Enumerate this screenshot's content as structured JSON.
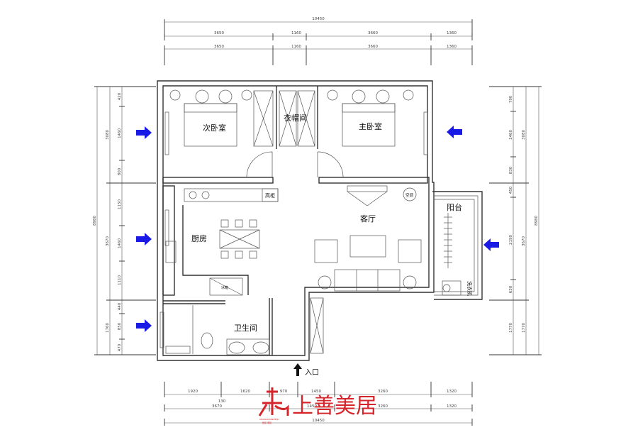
{
  "rooms": {
    "second_bedroom": "次卧室",
    "wardrobe": "衣帽间",
    "master_bedroom": "主卧室",
    "shoe_cabinet": "高柜",
    "kitchen": "厨房",
    "living_room": "客厅",
    "balcony": "阳台",
    "air_conditioner": "空调",
    "washing_machine": "洗衣机",
    "fridge": "冰箱",
    "bathroom": "卫生间",
    "entrance": "入口"
  },
  "dimensions": {
    "top": {
      "total": "10450",
      "row1": [
        "3650",
        "1160",
        "3660",
        "1360"
      ],
      "row2": [
        "3650",
        "1160",
        "3660",
        "1360"
      ]
    },
    "left": {
      "total": "8980",
      "row1": [
        "420",
        "1460",
        "800",
        "1150",
        "1460",
        "1110",
        "440",
        "850",
        "470"
      ],
      "row2": [
        "3080",
        "3670",
        "1760"
      ]
    },
    "right": {
      "total": "8980",
      "row1": [
        "790",
        "1460",
        "830",
        "450",
        "2190",
        "630",
        "1770"
      ],
      "row2": [
        "3080",
        "3670",
        "1770"
      ]
    },
    "bottom": {
      "total": "10450",
      "row1": [
        "1920",
        "1620",
        "970",
        "1450",
        "3260",
        "1320"
      ],
      "row1b": [
        "130"
      ],
      "row2": [
        "3670",
        "1450",
        "3260",
        "1320"
      ]
    }
  },
  "brand": {
    "name": "上善美居",
    "romanized": "SHANGSHANMEIJU",
    "tagline": "整装·家装",
    "color": "#d4252b"
  },
  "arrow_color": "#1a1ae6"
}
